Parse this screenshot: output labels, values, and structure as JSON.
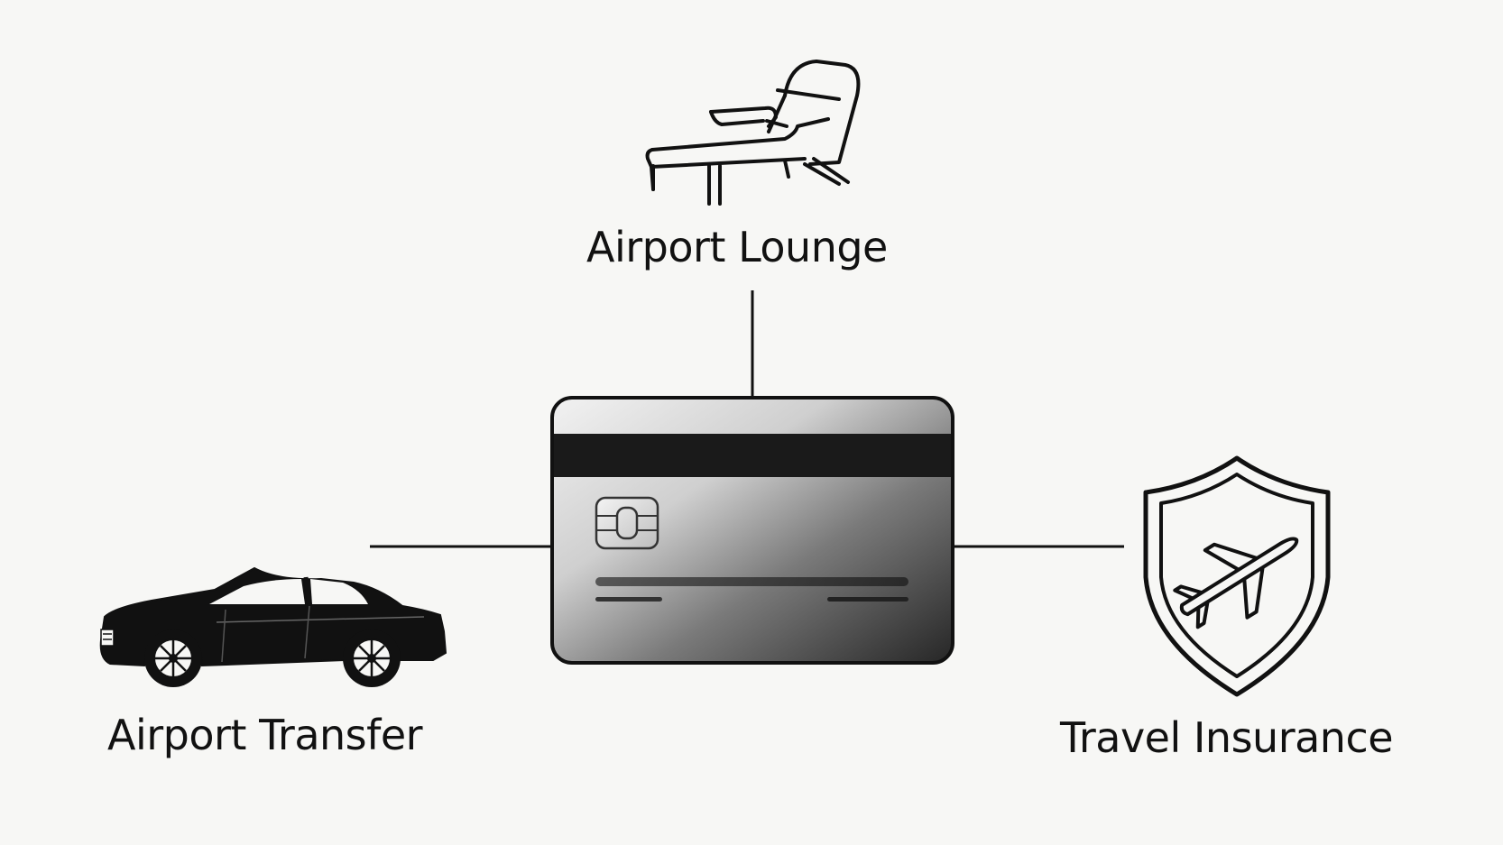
{
  "nodes": {
    "center": {
      "icon": "credit-card-icon"
    },
    "top": {
      "label": "Airport Lounge",
      "icon": "lounge-chair-icon"
    },
    "left": {
      "label": "Airport Transfer",
      "icon": "car-icon"
    },
    "right": {
      "label": "Travel Insurance",
      "icon": "shield-plane-icon"
    }
  },
  "edges": [
    {
      "from": "center",
      "to": "top"
    },
    {
      "from": "center",
      "to": "left"
    },
    {
      "from": "center",
      "to": "right"
    }
  ],
  "colors": {
    "background": "#f7f7f5",
    "ink": "#111111",
    "card_light": "#e4e4e4",
    "card_dark": "#2a2a2a"
  }
}
